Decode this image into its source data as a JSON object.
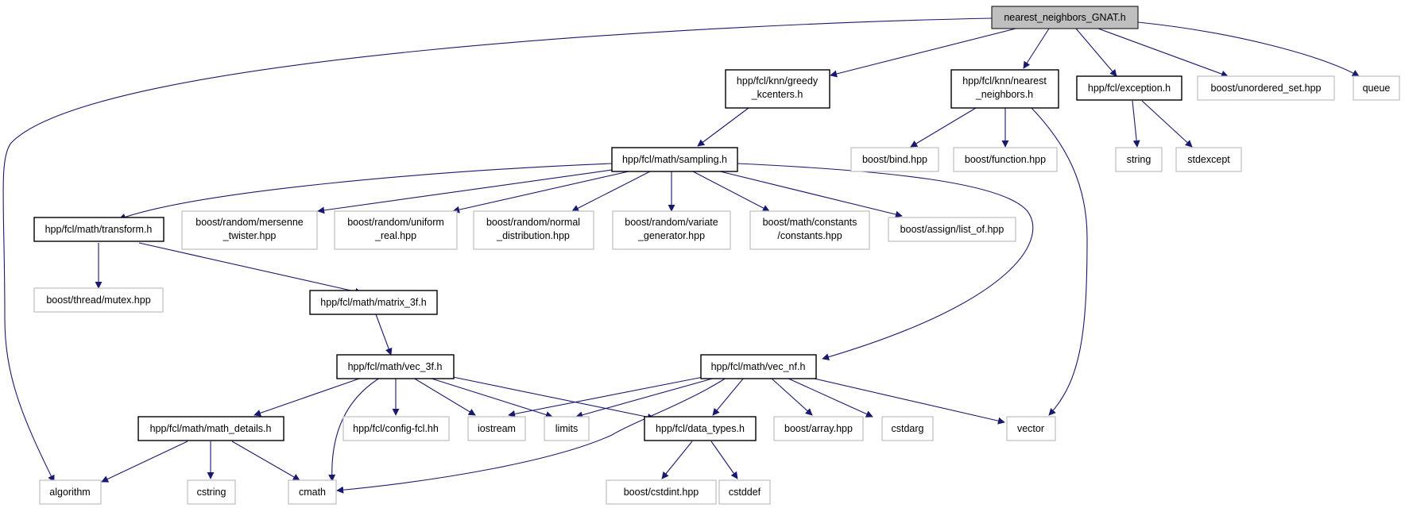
{
  "colors": {
    "edge": "#191970",
    "root_fill": "#bfbfbf",
    "local_border": "#000000",
    "external_border": "#bfbfbf",
    "background": "#ffffff"
  },
  "nodes": {
    "root": "nearest_neighbors_GNAT.h",
    "greedy_kcenters": [
      "hpp/fcl/knn/greedy",
      "_kcenters.h"
    ],
    "knn_nearest_neighbors": [
      "hpp/fcl/knn/nearest",
      "_neighbors.h"
    ],
    "exception": "hpp/fcl/exception.h",
    "unordered_set": "boost/unordered_set.hpp",
    "queue": "queue",
    "sampling": "hpp/fcl/math/sampling.h",
    "boost_bind": "boost/bind.hpp",
    "boost_function": "boost/function.hpp",
    "string": "string",
    "stdexcept": "stdexcept",
    "transform": "hpp/fcl/math/transform.h",
    "mersenne": [
      "boost/random/mersenne",
      "_twister.hpp"
    ],
    "uniform_real": [
      "boost/random/uniform",
      "_real.hpp"
    ],
    "normal_dist": [
      "boost/random/normal",
      "_distribution.hpp"
    ],
    "variate_gen": [
      "boost/random/variate",
      "_generator.hpp"
    ],
    "constants": [
      "boost/math/constants",
      "/constants.hpp"
    ],
    "list_of": "boost/assign/list_of.hpp",
    "mutex": "boost/thread/mutex.hpp",
    "matrix_3f": "hpp/fcl/math/matrix_3f.h",
    "vec_3f": "hpp/fcl/math/vec_3f.h",
    "vec_nf": "hpp/fcl/math/vec_nf.h",
    "math_details": "hpp/fcl/math/math_details.h",
    "config_fcl": "hpp/fcl/config-fcl.hh",
    "iostream": "iostream",
    "limits": "limits",
    "data_types": "hpp/fcl/data_types.h",
    "boost_array": "boost/array.hpp",
    "cstdarg": "cstdarg",
    "vector": "vector",
    "algorithm": "algorithm",
    "cstring": "cstring",
    "cmath": "cmath",
    "cstdint": "boost/cstdint.hpp",
    "cstddef": "cstddef"
  }
}
